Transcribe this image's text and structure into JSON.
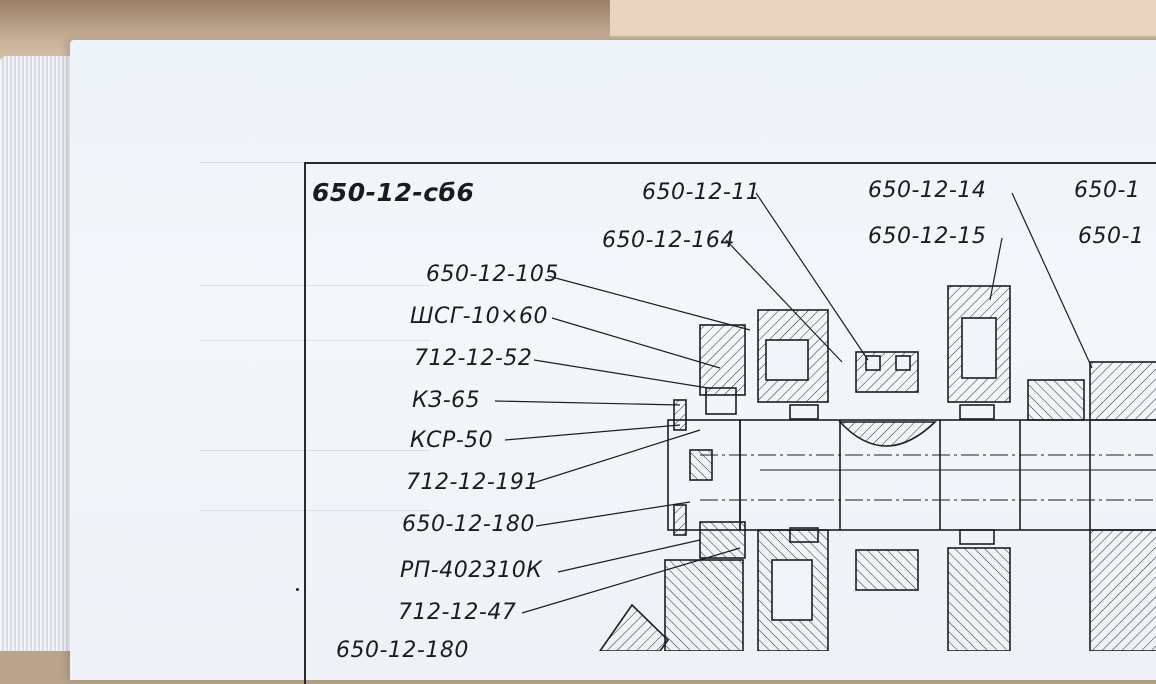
{
  "drawing": {
    "title": "650-12-сб6",
    "callouts_left": [
      "650-12-105",
      "ШСГ-10×60",
      "712-12-52",
      "КЗ-65",
      "КСР-50",
      "712-12-191",
      "650-12-180",
      "РП-402310К",
      "712-12-47"
    ],
    "callouts_top": [
      "650-12-11",
      "650-12-164",
      "650-12-14",
      "650-12-15"
    ],
    "callouts_cut": [
      "650-1",
      "650-1"
    ],
    "callout_bottom_partial": "650-12-180"
  },
  "colors": {
    "ink": "#1c1c1c",
    "paper": "#f1f5f9",
    "desk": "#b9a38a"
  }
}
